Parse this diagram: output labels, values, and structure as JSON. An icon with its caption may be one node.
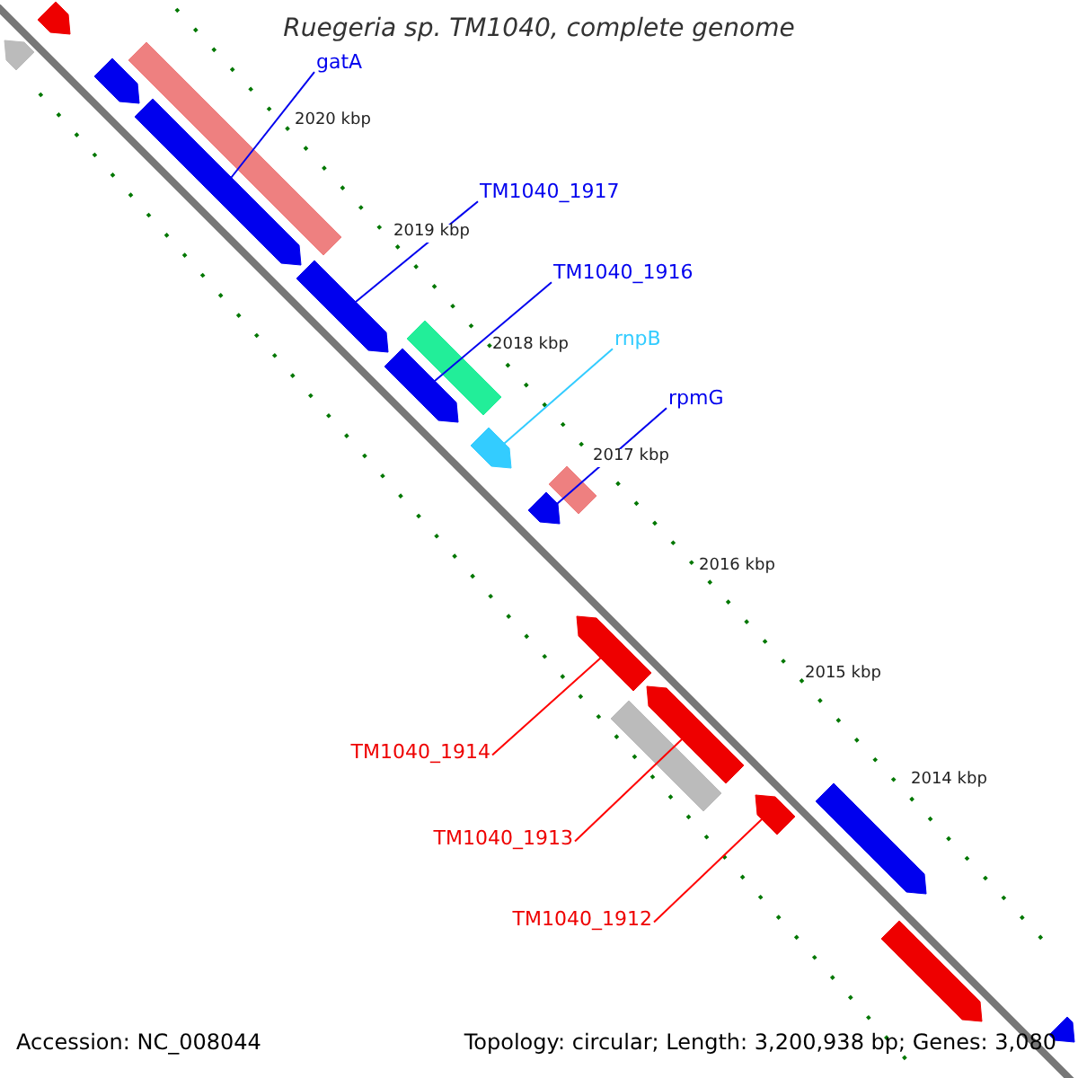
{
  "diagram": {
    "title": "Ruegeria sp. TM1040, complete genome",
    "nodes": [
      {
        "text": [
          "gatA"
        ]
      },
      {
        "text": [
          "TM1040_1917"
        ]
      },
      {
        "text": [
          "TM1040_1916"
        ]
      },
      {
        "text": [
          "rnpB"
        ]
      },
      {
        "text": [
          "rpmG"
        ]
      },
      {
        "text": [
          "TM1040_1914"
        ]
      },
      {
        "text": [
          "TM1040_1913"
        ]
      },
      {
        "text": [
          "TM1040_1912"
        ]
      },
      {
        "text": [],
        "shape": "arrow"
      },
      {
        "text": [],
        "shape": "arrow"
      },
      {
        "text": [],
        "shape": "arrow"
      },
      {
        "text": [],
        "shape": "bar"
      },
      {
        "text": [],
        "shape": "arrow"
      },
      {
        "text": [],
        "shape": "arrow"
      },
      {
        "text": [],
        "shape": "bar"
      },
      {
        "text": [],
        "shape": "arrow"
      },
      {
        "text": [],
        "shape": "arrow"
      },
      {
        "text": [],
        "shape": "bar"
      },
      {
        "text": [],
        "shape": "arrow"
      },
      {
        "text": [],
        "shape": "arrow"
      },
      {
        "text": [],
        "shape": "bar"
      },
      {
        "text": [],
        "shape": "arrow"
      },
      {
        "text": [],
        "shape": "arrow"
      },
      {
        "text": [],
        "shape": "arrow"
      },
      {
        "text": [],
        "shape": "arrow"
      },
      {
        "text": [],
        "shape": "arrow"
      }
    ],
    "edges": [
      {
        "from": 0,
        "to": 12,
        "arrow": "none"
      },
      {
        "from": 1,
        "to": 13,
        "arrow": "none"
      },
      {
        "from": 2,
        "to": 15,
        "arrow": "none"
      },
      {
        "from": 3,
        "to": 16,
        "arrow": "none",
        "color": "#33ccff"
      },
      {
        "from": 4,
        "to": 18,
        "arrow": "none"
      },
      {
        "from": 5,
        "to": 19,
        "arrow": "none",
        "color": "#ff0000"
      },
      {
        "from": 6,
        "to": 21,
        "arrow": "none",
        "color": "#ff0000"
      },
      {
        "from": 7,
        "to": 22,
        "arrow": "none",
        "color": "#ff0000"
      }
    ],
    "labels": [
      "2020 kbp",
      "2019 kbp",
      "2018 kbp",
      "2017 kbp",
      "2016 kbp",
      "2015 kbp",
      "2014 kbp",
      "Accession: NC_008044",
      "Topology: circular; Length: 3,200,938 bp; Genes: 3,080"
    ]
  }
}
